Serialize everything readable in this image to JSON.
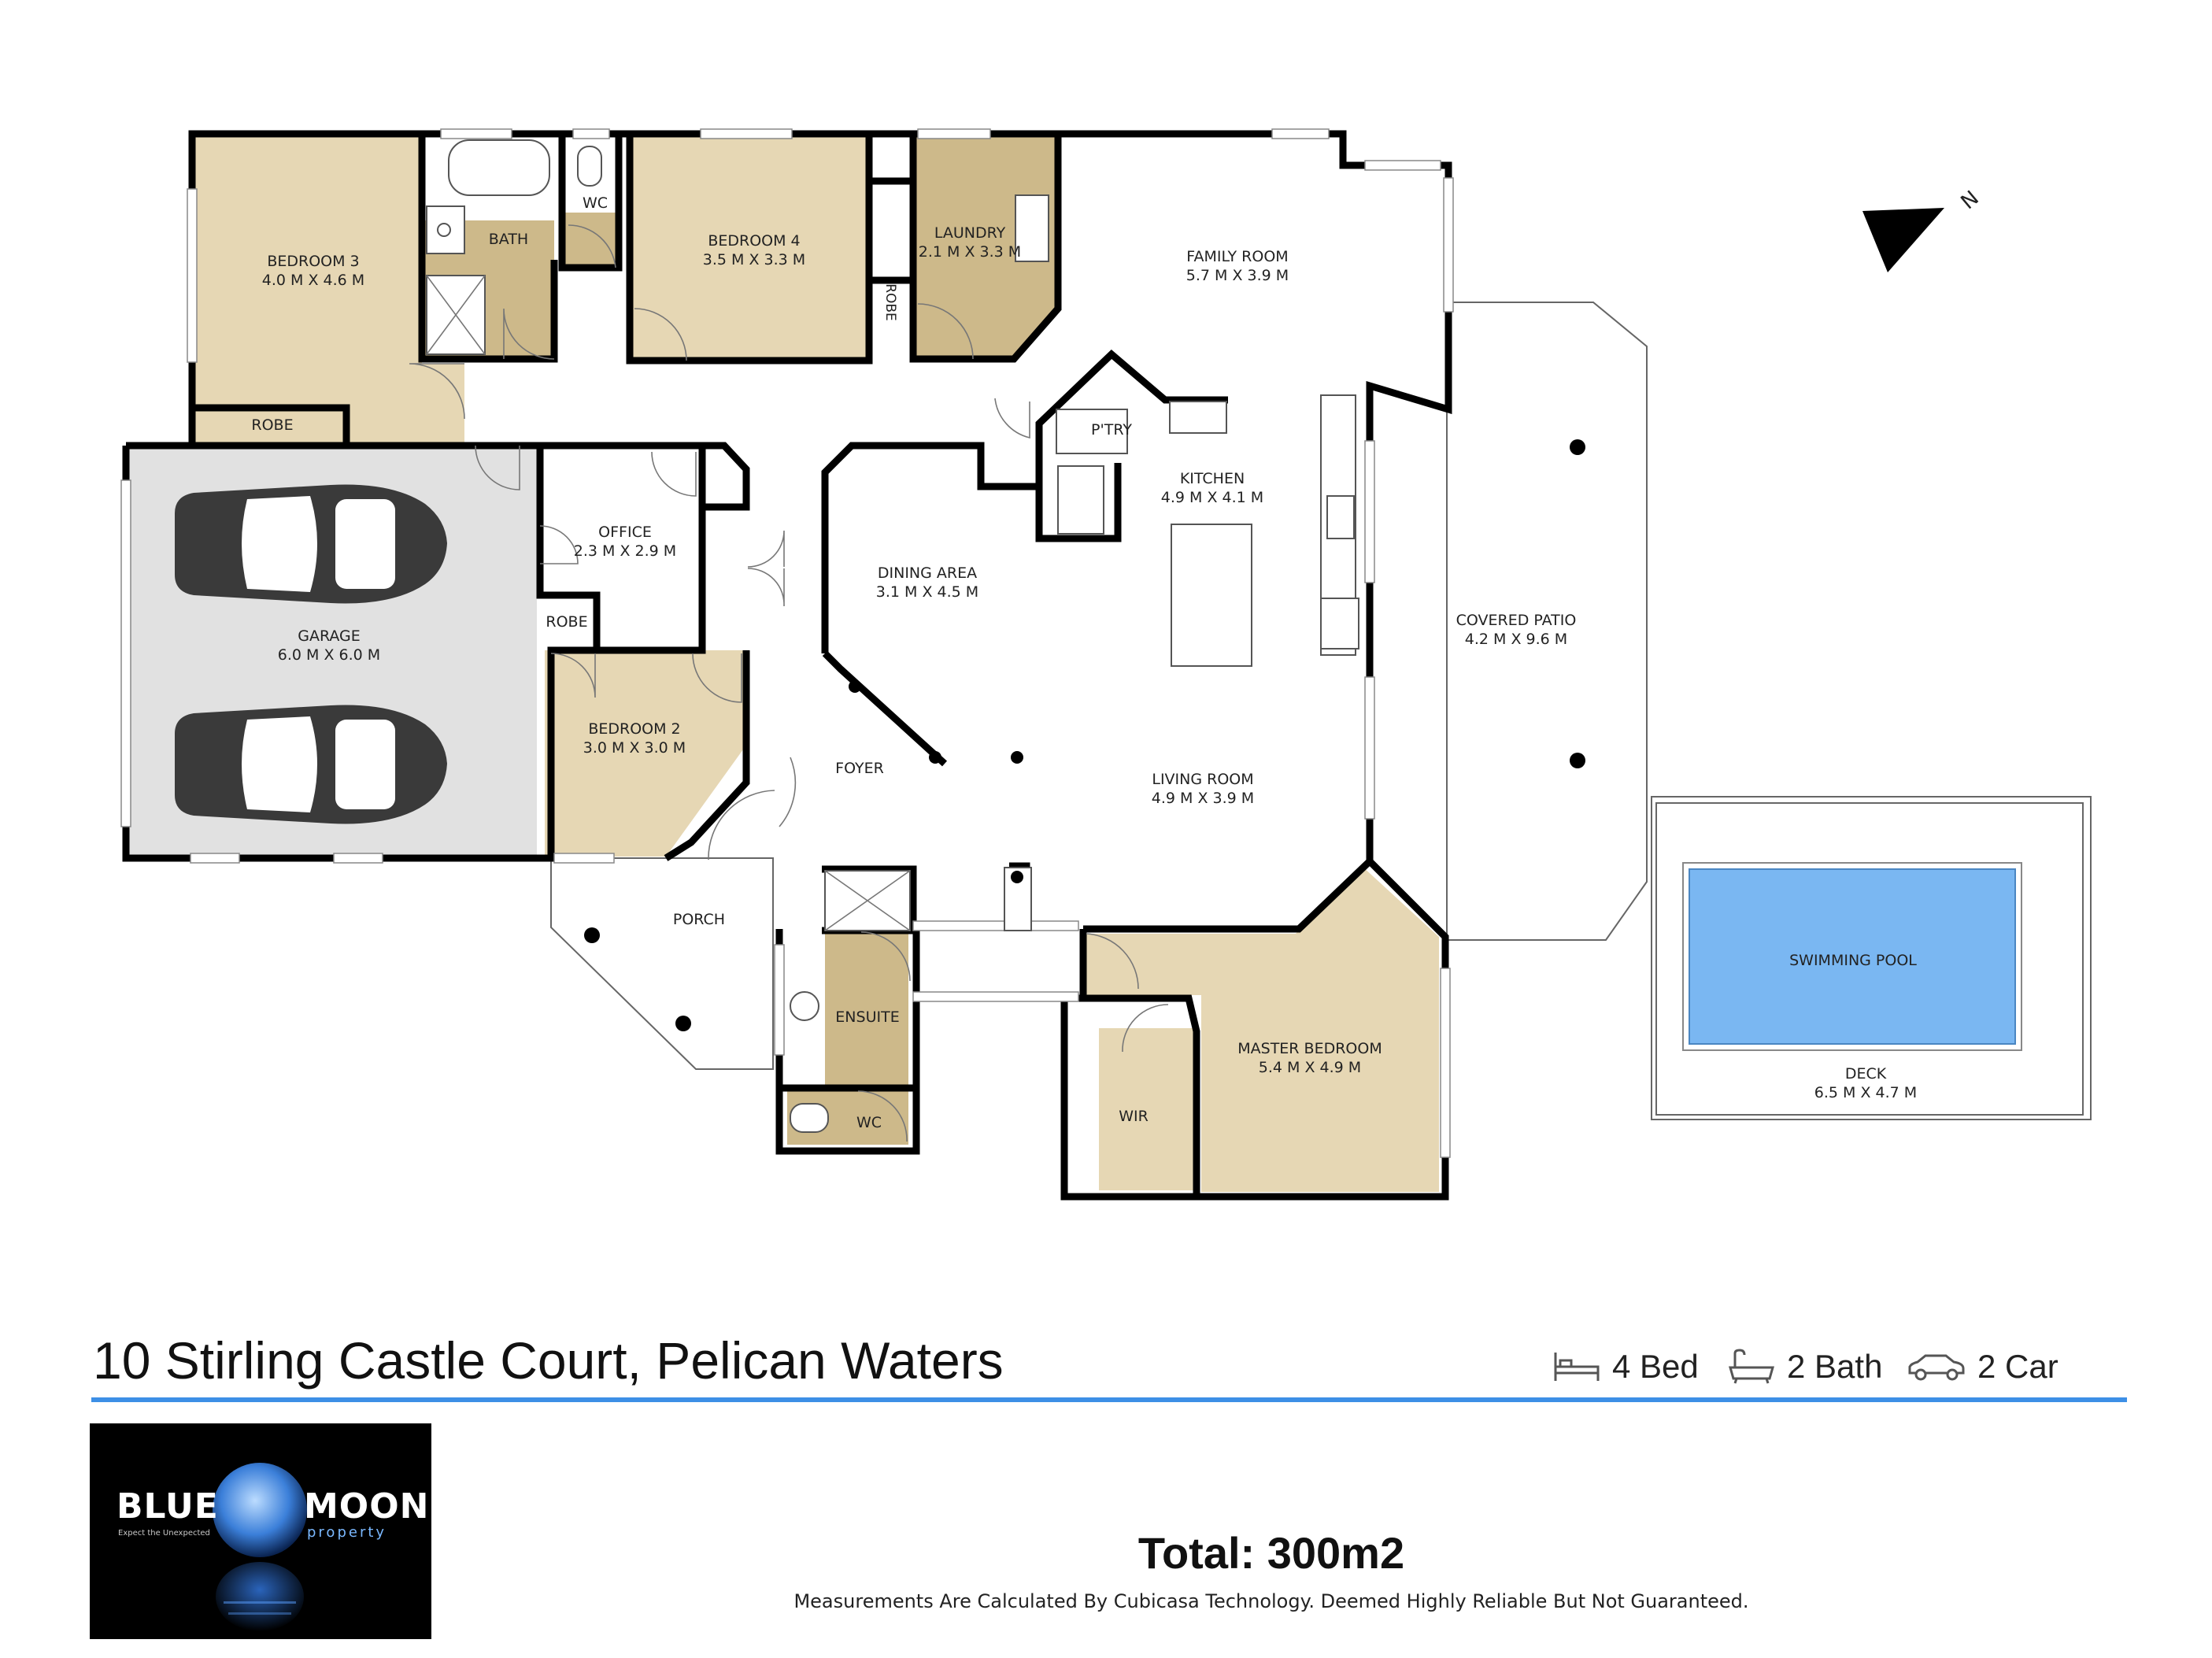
{
  "rooms": {
    "bedroom3": {
      "name": "BEDROOM 3",
      "size": "4.0 M X 4.6 M"
    },
    "bath": {
      "name": "BATH"
    },
    "wc1": {
      "name": "WC"
    },
    "bedroom4": {
      "name": "BEDROOM 4",
      "size": "3.5 M X 3.3 M"
    },
    "laundry": {
      "name": "LAUNDRY",
      "size": "2.1 M X 3.3 M"
    },
    "robe_laundry": {
      "name": "ROBE"
    },
    "family_room": {
      "name": "FAMILY ROOM",
      "size": "5.7 M X 3.9 M"
    },
    "pantry": {
      "name": "P'TRY"
    },
    "kitchen": {
      "name": "KITCHEN",
      "size": "4.9 M X 4.1 M"
    },
    "robe_bed3": {
      "name": "ROBE"
    },
    "office": {
      "name": "OFFICE",
      "size": "2.3 M X 2.9 M"
    },
    "robe_bed2": {
      "name": "ROBE"
    },
    "dining": {
      "name": "DINING AREA",
      "size": "3.1 M X 4.5 M"
    },
    "garage": {
      "name": "GARAGE",
      "size": "6.0 M X 6.0 M"
    },
    "bedroom2": {
      "name": "BEDROOM 2",
      "size": "3.0 M X 3.0 M"
    },
    "foyer": {
      "name": "FOYER"
    },
    "living": {
      "name": "LIVING ROOM",
      "size": "4.9 M X 3.9 M"
    },
    "covered_patio": {
      "name": "COVERED PATIO",
      "size": "4.2 M X 9.6 M"
    },
    "porch": {
      "name": "PORCH"
    },
    "ensuite": {
      "name": "ENSUITE"
    },
    "wc2": {
      "name": "WC"
    },
    "wir": {
      "name": "WIR"
    },
    "master": {
      "name": "MASTER BEDROOM",
      "size": "5.4 M X 4.9 M"
    },
    "pool": {
      "name": "SWIMMING POOL"
    },
    "deck": {
      "name": "DECK",
      "size": "6.5 M X 4.7 M"
    }
  },
  "compass": {
    "letter": "N",
    "icon": "north-arrow-icon"
  },
  "address": "10 Stirling Castle Court, Pelican Waters",
  "stats": {
    "bed": {
      "label": "4 Bed",
      "icon": "bed-icon"
    },
    "bath": {
      "label": "2 Bath",
      "icon": "bathtub-icon"
    },
    "car": {
      "label": "2 Car",
      "icon": "car-icon"
    }
  },
  "logo": {
    "left": "BLUE",
    "right": "MOON",
    "tagline": "Expect the Unexpected",
    "sub": "property"
  },
  "total": "Total: 300m2",
  "disclaimer": "Measurements Are Calculated By Cubicasa Technology. Deemed Highly Reliable But Not Guaranteed.",
  "colors": {
    "beige_room": "#e6d7b4",
    "wet_room": "#cdb98a",
    "garage_floor": "#e1e1e1",
    "pool_water": "#7ab7f2",
    "accent_rule": "#3d8fe6",
    "wall": "#000000"
  }
}
